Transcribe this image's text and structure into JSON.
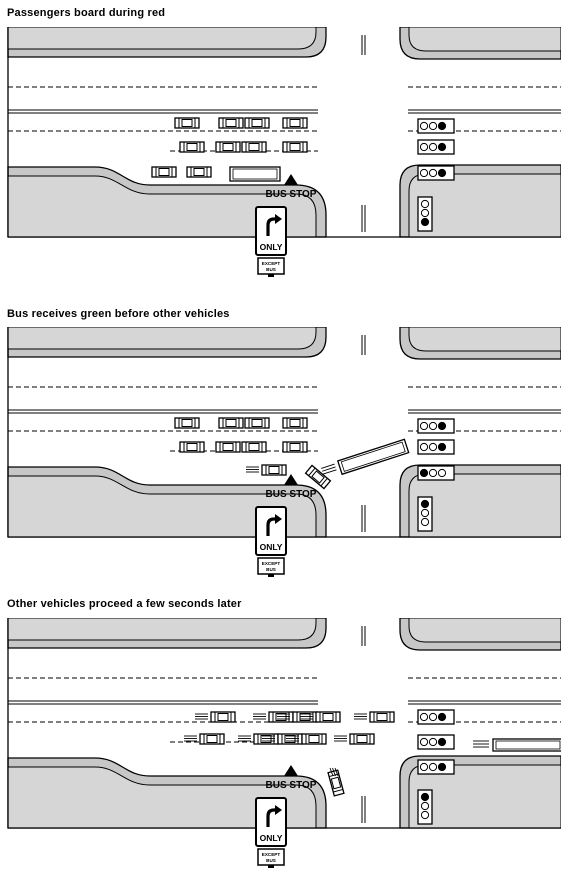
{
  "panels": [
    {
      "title": "Passengers board during red"
    },
    {
      "title": "Bus receives green before other vehicles"
    },
    {
      "title": "Other vehicles proceed a few seconds later"
    }
  ],
  "labels": {
    "bus_stop": "BUS STOP",
    "sign_only": "ONLY",
    "sign_except": "EXCEPT",
    "sign_bus": "BUS"
  },
  "colors": {
    "curb_gray": "#c7c7c7",
    "island_gray": "#d6d6d6",
    "line": "#000000"
  }
}
